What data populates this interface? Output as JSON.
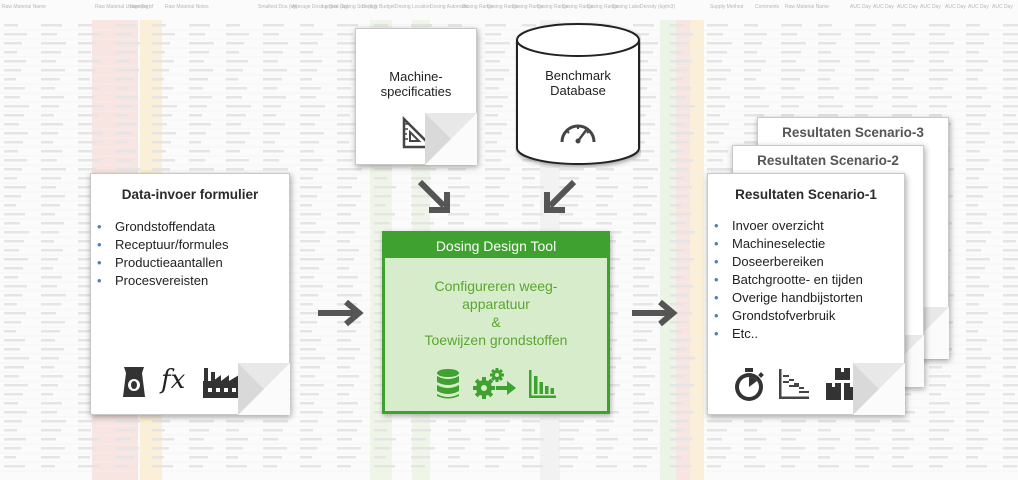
{
  "spreadsheet_header": {
    "columns": [
      "Raw Material Name",
      "Raw Material Usage (kg)",
      "Number of",
      "Raw Material Notes",
      "Smallest Dos (kg)",
      "Average Dosing Size (kg)",
      "Largest Dosing Size (kg)",
      "Dosing Budget",
      "Dosing Location",
      "Dosing Automatic",
      "Dosing Range",
      "Dosing Range",
      "Dosing Range",
      "Dosing Range",
      "Dosing Range",
      "Dosing Range",
      "Dosing Label",
      "Density (kg/m3)",
      "Supply Method",
      "Comments",
      "Raw Material Name",
      "AUC Day",
      "AUC Day",
      "AUC Day",
      "AUC Day",
      "AUC Day",
      "AUC Day",
      "AUC Day"
    ]
  },
  "machine_specs": {
    "label_line1": "Machine-",
    "label_line2": "specificaties",
    "icon": "set-square-icon"
  },
  "benchmark_db": {
    "label_line1": "Benchmark",
    "label_line2": "Database",
    "icon": "gauge-icon"
  },
  "input_form": {
    "title": "Data-invoer formulier",
    "items": [
      "Grondstoffendata",
      "Receptuur/formules",
      "Productieaantallen",
      "Procesvereisten"
    ],
    "icons": [
      "bag-icon",
      "function-icon",
      "factory-icon"
    ],
    "fx_text": "fx"
  },
  "tool": {
    "header": "Dosing Design Tool",
    "line1": "Configureren weeg-",
    "line2": "apparatuur",
    "line3": "&",
    "line4": "Toewijzen grondstoffen",
    "icons": [
      "database-icon",
      "gears-arrow-icon",
      "bar-chart-icon"
    ]
  },
  "results": {
    "scenario3_title": "Resultaten Scenario-3",
    "scenario2_title": "Resultaten Scenario-2",
    "scenario1_title": "Resultaten Scenario-1",
    "items": [
      "Invoer overzicht",
      "Machineselectie",
      "Doseerbereiken",
      "Batchgrootte- en tijden",
      "Overige handbijstorten",
      "Grondstofverbruik",
      "Etc.."
    ],
    "icons": [
      "stopwatch-icon",
      "step-chart-icon",
      "boxes-icon"
    ]
  },
  "colors": {
    "green": "#3fa12f",
    "green_light": "#d7eccb",
    "green_text": "#5aa630",
    "arrow": "#555555",
    "bullet": "#4a7fc1"
  }
}
